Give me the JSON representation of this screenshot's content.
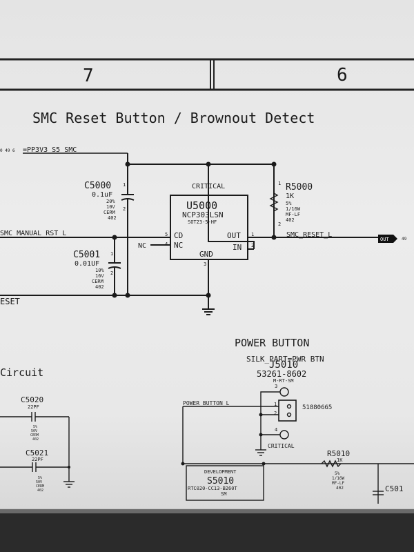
{
  "sheet": {
    "zone_left": "7",
    "zone_right": "6",
    "title": "SMC Reset Button / Brownout Detect",
    "power_button_title": "POWER BUTTON",
    "circuit_partial_title": "Circuit"
  },
  "nets": {
    "pp3v3": "=PP3V3_S5_SMC",
    "pp3v3_prefix": "0 49 6",
    "manual_rst": "SMC_MANUAL_RST_L",
    "smc_reset": "SMC_RESET_L",
    "out_flag": "OUT",
    "out_ref": "49",
    "reset_partial": "ESET",
    "power_button": "POWER_BUTTON_L",
    "nc": "NC"
  },
  "u5000": {
    "ref": "U5000",
    "part": "NCP303LSN",
    "pkg": "SOT23-5-HF",
    "critical": "CRITICAL",
    "pin_cd": "CD",
    "pin_nc": "NC",
    "pin_out": "OUT",
    "pin_in": "IN",
    "pin_gnd": "GND",
    "num_cd": "5",
    "num_nc": "4",
    "num_out": "1",
    "num_in": "2",
    "num_gnd": "3"
  },
  "c5000": {
    "ref": "C5000",
    "value": "0.1uF",
    "p1": "1",
    "p2": "2",
    "specs": [
      "20%",
      "10V",
      "CERM",
      "402"
    ]
  },
  "c5001": {
    "ref": "C5001",
    "value": "0.01UF",
    "p1": "1",
    "p2": "2",
    "specs": [
      "10%",
      "16V",
      "CERM",
      "402"
    ]
  },
  "r5000": {
    "ref": "R5000",
    "value": "1K",
    "p1": "1",
    "p2": "2",
    "specs": [
      "5%",
      "1/16W",
      "MF-LF",
      "402"
    ]
  },
  "j5010": {
    "silk": "SILK_PART=PWR BTN",
    "ref": "J5010",
    "part": "53261-8602",
    "sub": "M-RT-SM",
    "model": "51880665",
    "critical": "CRITICAL",
    "pins": [
      "1",
      "2",
      "3",
      "4"
    ]
  },
  "c5020": {
    "ref": "C5020",
    "value": "22PF",
    "specs": [
      "5%",
      "50V",
      "CERM",
      "402"
    ]
  },
  "c5021": {
    "ref": "C5021",
    "value": "22PF",
    "specs": [
      "5%",
      "50V",
      "CERM",
      "402"
    ]
  },
  "r5010": {
    "ref": "R5010",
    "value": "1K",
    "specs": [
      "5%",
      "1/16W",
      "MF-LF",
      "402"
    ]
  },
  "s5010": {
    "label": "DEVELOPMENT",
    "ref": "S5010",
    "part": "RTC020-CC13-B260T",
    "sub": "SM"
  },
  "c501x": {
    "ref": "C501"
  }
}
